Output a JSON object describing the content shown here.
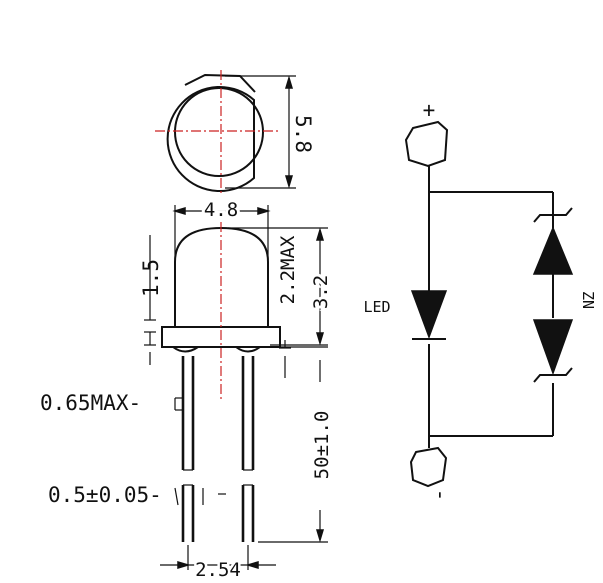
{
  "drawing": {
    "top_view": {
      "diameter_label": "5.8"
    },
    "side_view": {
      "body_width_label": "4.8",
      "dome_height_label": "1.5",
      "lens_height_label": "2.2MAX",
      "overall_height_label": "3.2",
      "lead_width_label": "0.65MAX-",
      "lead_thickness_label": "0.5±0.05-",
      "lead_length_label": "50±1.0",
      "pitch_label": "2.54"
    },
    "schematic": {
      "plus_label": "+",
      "minus_label": "-",
      "led_label": "LED",
      "zener_label": "ZN"
    }
  }
}
